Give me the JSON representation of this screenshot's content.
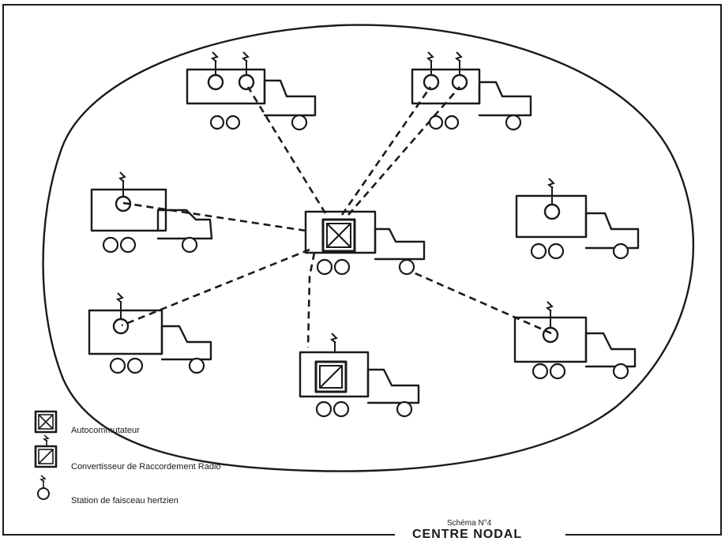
{
  "legend": {
    "switch_label": "Autocommutateur",
    "converter_label": "Convertisseur de Raccordement Radio",
    "station_label": "Station de faisceau hertzien"
  },
  "caption": {
    "subtitle": "Schéma N°4",
    "title": "CENTRE NODAL"
  },
  "diagram": {
    "nodes": [
      {
        "id": "top-left",
        "equipment": [
          "radio-relay-station",
          "radio-relay-station"
        ]
      },
      {
        "id": "top-right",
        "equipment": [
          "radio-relay-station",
          "radio-relay-station"
        ]
      },
      {
        "id": "mid-left",
        "equipment": [
          "radio-relay-station"
        ]
      },
      {
        "id": "mid-right",
        "equipment": [
          "radio-relay-station"
        ]
      },
      {
        "id": "center",
        "equipment": [
          "autocommutateur"
        ]
      },
      {
        "id": "bottom-left",
        "equipment": [
          "radio-relay-station"
        ]
      },
      {
        "id": "bottom-center",
        "equipment": [
          "convertisseur-raccordement-radio"
        ]
      },
      {
        "id": "bottom-right",
        "equipment": [
          "radio-relay-station"
        ]
      }
    ],
    "links": [
      [
        "center",
        "top-left"
      ],
      [
        "center",
        "top-right"
      ],
      [
        "center",
        "mid-left"
      ],
      [
        "center",
        "bottom-left"
      ],
      [
        "center",
        "bottom-center"
      ],
      [
        "center",
        "bottom-right"
      ]
    ]
  }
}
